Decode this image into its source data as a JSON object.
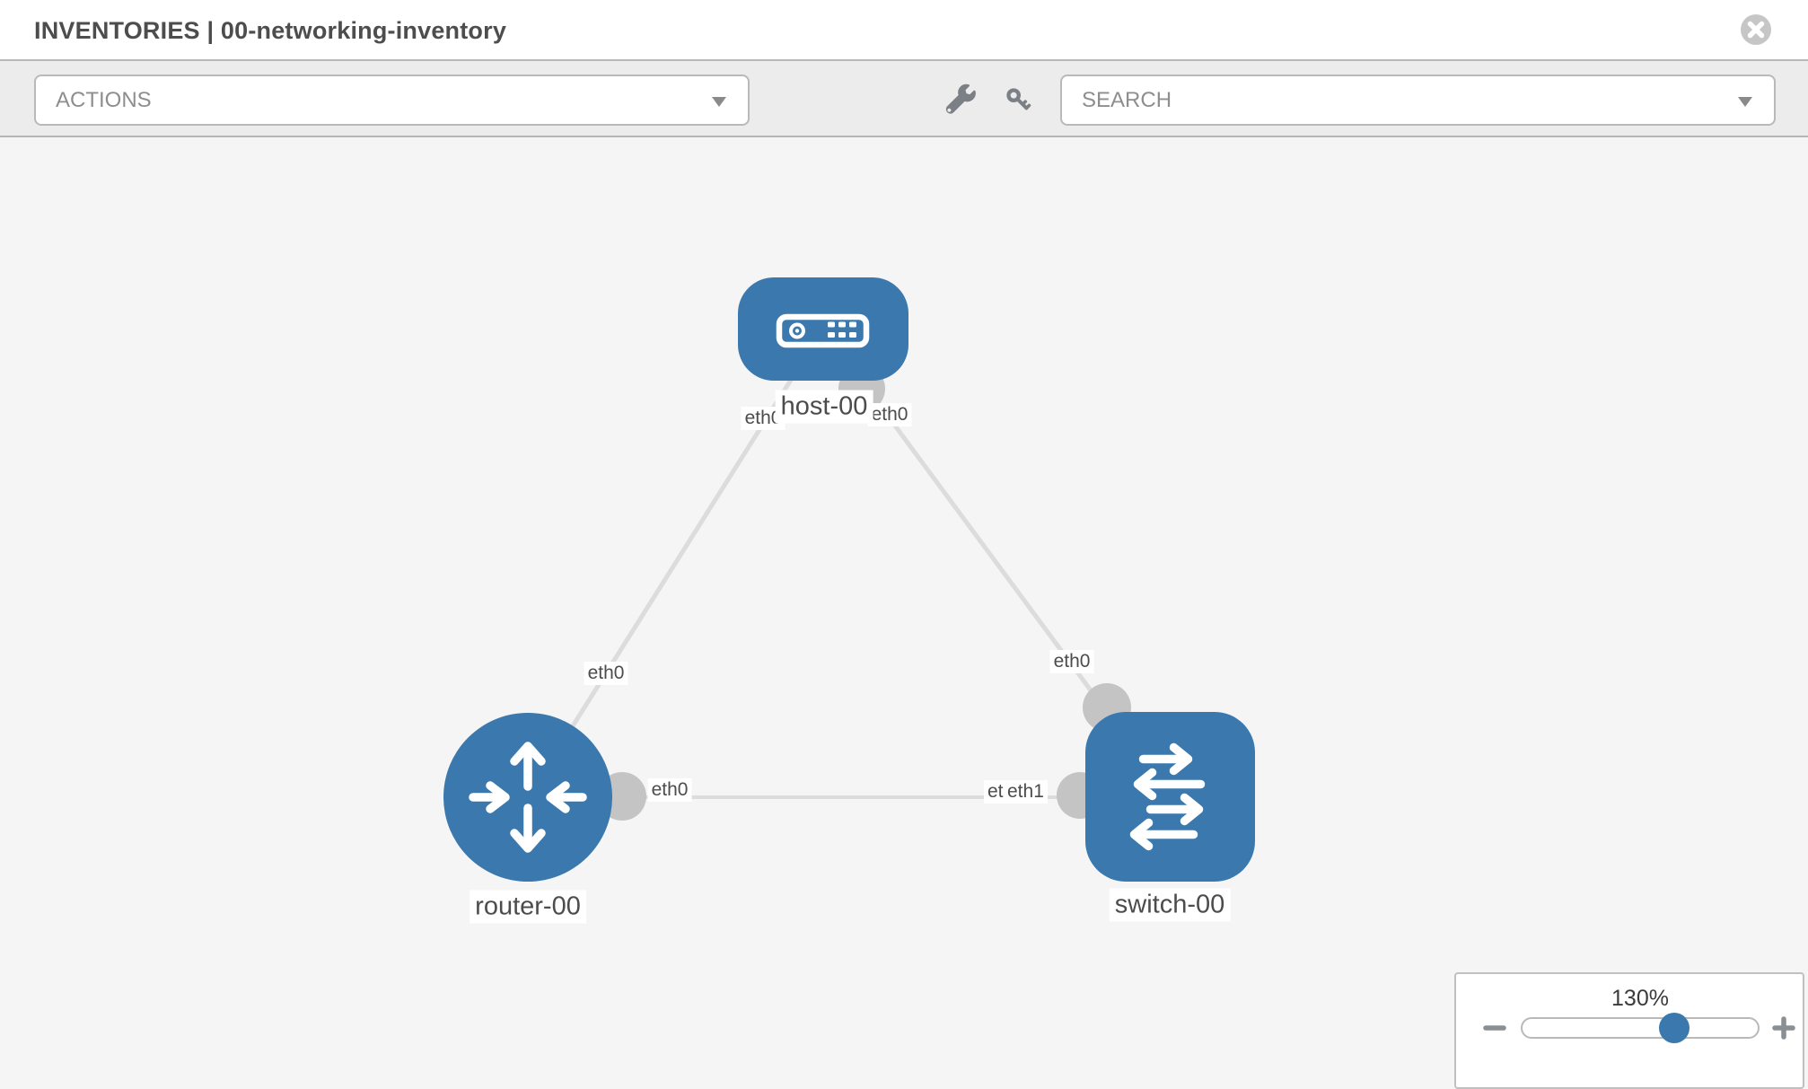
{
  "header": {
    "title": "INVENTORIES | 00-networking-inventory",
    "close_icon": "close-circle-icon"
  },
  "toolbar": {
    "actions_label": "ACTIONS",
    "search_placeholder": "SEARCH",
    "icons": [
      "wrench-icon",
      "key-icon"
    ]
  },
  "diagram": {
    "nodes": [
      {
        "id": "host-00",
        "type": "host",
        "label": "host-00"
      },
      {
        "id": "router-00",
        "type": "router",
        "label": "router-00"
      },
      {
        "id": "switch-00",
        "type": "switch",
        "label": "switch-00"
      }
    ],
    "links": [
      {
        "from": "router-00",
        "to": "host-00",
        "from_interface": "eth0",
        "to_interface": "eth0"
      },
      {
        "from": "switch-00",
        "to": "host-00",
        "from_interface": "eth0",
        "to_interface": "eth0"
      },
      {
        "from": "router-00",
        "to": "switch-00",
        "from_interface": "eth0",
        "to_interface": "eth1"
      }
    ],
    "occluded_label": "eth0",
    "colors": {
      "node_fill": "#3a78ad",
      "link": "#dcdcdc",
      "port": "#c4c4c4",
      "label_text": "#4c4c4c",
      "canvas_bg": "#f5f5f5"
    }
  },
  "zoom_widget": {
    "level": "130%"
  }
}
